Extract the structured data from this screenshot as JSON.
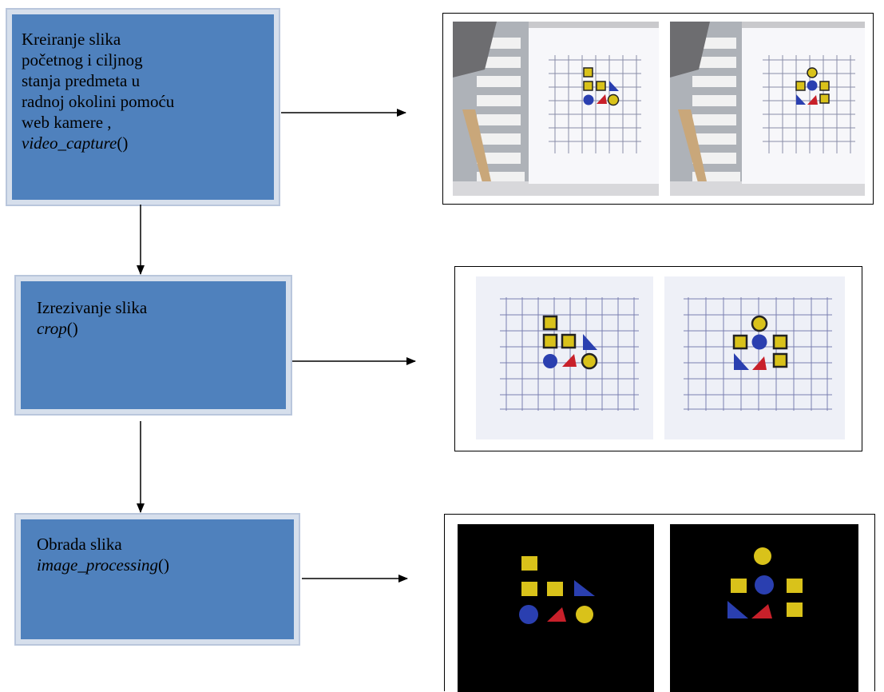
{
  "steps": [
    {
      "lines": [
        "Kreiranje slika",
        "početnog i ciljnog",
        "stanja predmeta u",
        "radnoj okolini pomoću",
        "web kamere ,"
      ],
      "func": "video_capture",
      "func_suffix": "()"
    },
    {
      "lines": [
        "Izrezivanje slika"
      ],
      "func": "crop",
      "func_suffix": "()"
    },
    {
      "lines": [
        "Obrada slika"
      ],
      "func": "image_processing",
      "func_suffix": "()"
    }
  ],
  "colors": {
    "box_fill": "#4f81bd",
    "box_border": "#d6dfec",
    "shape_yellow": "#d9c21a",
    "shape_blue": "#2a3fb0",
    "shape_red": "#c8202a",
    "grid_line": "#7a7fb0",
    "black_bg": "#000000"
  }
}
